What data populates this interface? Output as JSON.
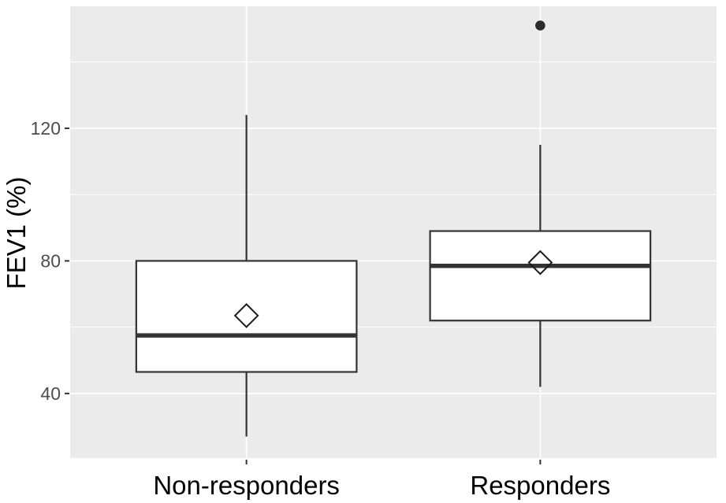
{
  "chart_data": {
    "type": "boxplot",
    "title": "",
    "xlabel": "",
    "ylabel": "FEV1 (%)",
    "categories": [
      "Non-responders",
      "Responders"
    ],
    "y_ticks": [
      40,
      80,
      120
    ],
    "y_minor_gridlines": [
      60,
      100,
      140
    ],
    "ylim": [
      20.5,
      156.8
    ],
    "grid": "on",
    "legend": "none",
    "series": [
      {
        "name": "Non-responders",
        "whisker_low": 27,
        "q1": 46.5,
        "median": 57.5,
        "q3": 80,
        "whisker_high": 124,
        "mean": 63.5,
        "outliers": []
      },
      {
        "name": "Responders",
        "whisker_low": 42,
        "q1": 62,
        "median": 78.5,
        "q3": 89,
        "whisker_high": 115,
        "mean": 79.5,
        "outliers": [
          151
        ]
      }
    ],
    "colors": {
      "panel_bg": "#ebebeb",
      "grid": "#ffffff",
      "box_border": "#333333",
      "box_fill": "#ffffff",
      "median": "#333333",
      "mean_stroke": "#1a1a1a",
      "outlier": "#2b2b2b",
      "tick_mark": "#333333",
      "tick_label": "#4d4d4d",
      "axis_title": "#000000"
    }
  }
}
